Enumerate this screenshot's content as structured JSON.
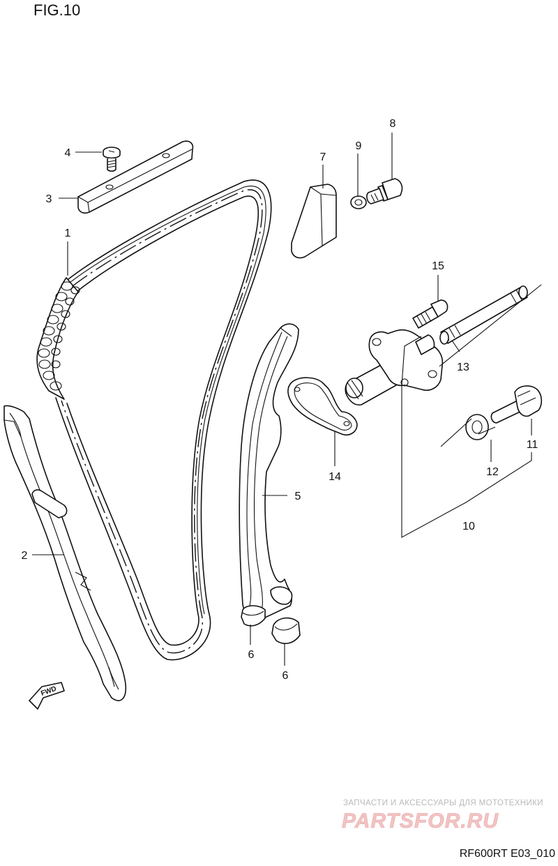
{
  "figure": {
    "title": "FIG.10",
    "code": "RF600RT E03_010",
    "fwd_label": "FWD"
  },
  "callouts": [
    {
      "id": "c1",
      "label": "1"
    },
    {
      "id": "c2",
      "label": "2"
    },
    {
      "id": "c3",
      "label": "3"
    },
    {
      "id": "c4",
      "label": "4"
    },
    {
      "id": "c5",
      "label": "5"
    },
    {
      "id": "c6a",
      "label": "6"
    },
    {
      "id": "c6b",
      "label": "6"
    },
    {
      "id": "c7",
      "label": "7"
    },
    {
      "id": "c8",
      "label": "8"
    },
    {
      "id": "c9",
      "label": "9"
    },
    {
      "id": "c10",
      "label": "10"
    },
    {
      "id": "c11",
      "label": "11"
    },
    {
      "id": "c12",
      "label": "12"
    },
    {
      "id": "c13",
      "label": "13"
    },
    {
      "id": "c14",
      "label": "14"
    },
    {
      "id": "c15",
      "label": "15"
    }
  ],
  "watermark": {
    "tagline": "ЗАПЧАСТИ И АКСЕССУАРЫ ДЛЯ МОТОТЕХНИКИ",
    "brand": "PARTSFOR.RU",
    "color": "#e8a4a4"
  }
}
